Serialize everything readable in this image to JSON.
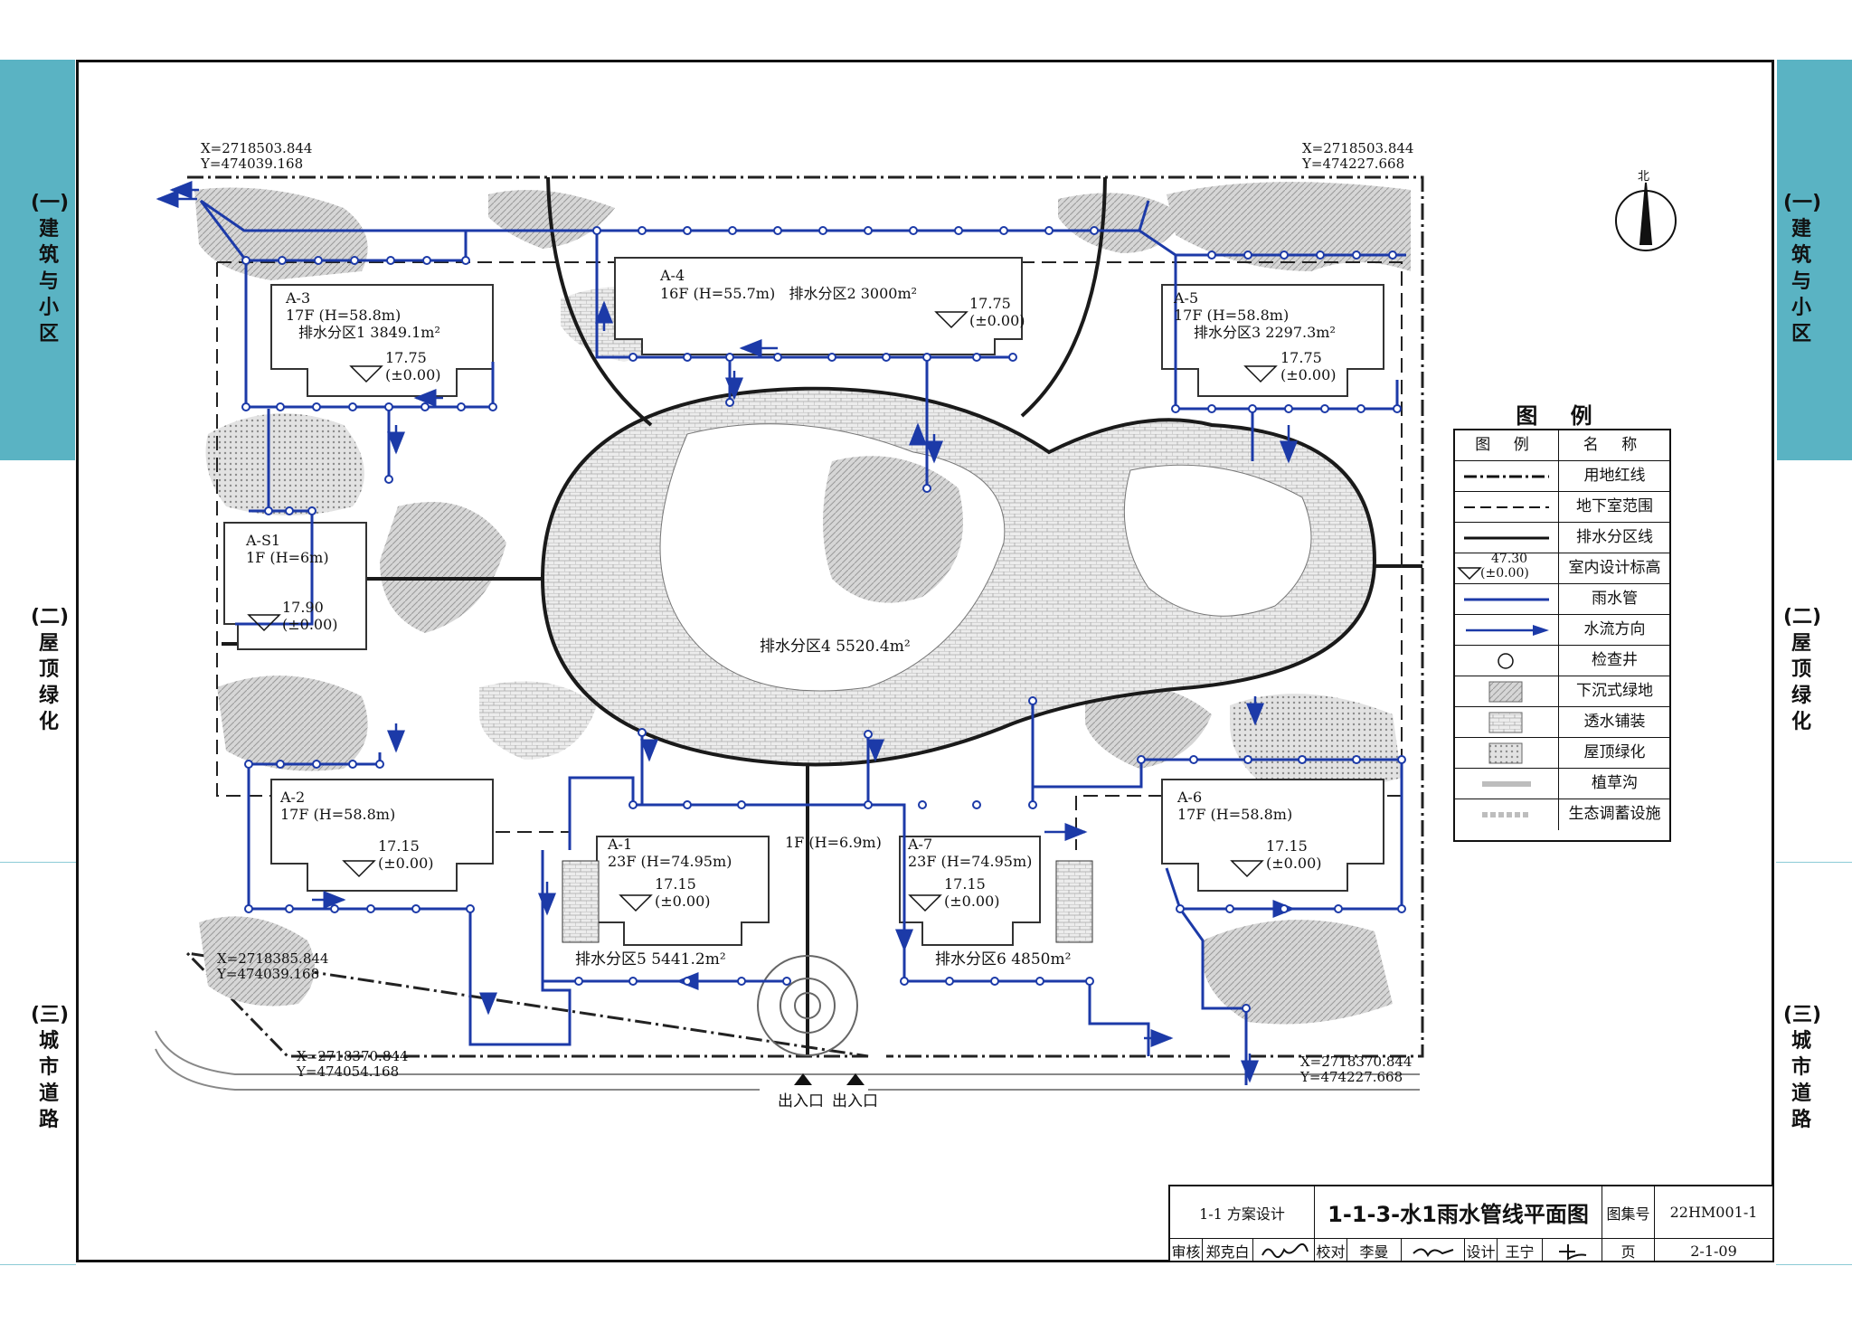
{
  "side_tabs": {
    "architecture": "(一)建筑与小区",
    "roof_green": "(二)屋顶绿化",
    "urban_road": "(三)城市道路"
  },
  "north_label": "北",
  "coords": {
    "top_left": [
      "X=2718503.844",
      "Y=474039.168"
    ],
    "top_right": [
      "X=2718503.844",
      "Y=474227.668"
    ],
    "bottom_left_upper": [
      "X=2718385.844",
      "Y=474039.168"
    ],
    "bottom_left": [
      "X=2718370.844",
      "Y=474054.168"
    ],
    "bottom_right": [
      "X=2718370.844",
      "Y=474227.668"
    ]
  },
  "buildings": {
    "a3": {
      "name": "A-3",
      "floors": "17F (H=58.8m)",
      "zone": "排水分区1",
      "area": "3849.1m²",
      "elev": "17.75",
      "ref": "(±0.00)"
    },
    "a4": {
      "name": "A-4",
      "floors": "16F (H=55.7m)",
      "zone": "排水分区2",
      "area": "3000m²",
      "elev": "17.75",
      "ref": "(±0.00)"
    },
    "a5": {
      "name": "A-5",
      "floors": "17F (H=58.8m)",
      "zone": "排水分区3",
      "area": "2297.3m²",
      "elev": "17.75",
      "ref": "(±0.00)"
    },
    "as1": {
      "name": "A-S1",
      "floors": "1F (H=6m)",
      "elev": "17.90",
      "ref": "(±0.00)"
    },
    "a2": {
      "name": "A-2",
      "floors": "17F (H=58.8m)",
      "elev": "17.15",
      "ref": "(±0.00)"
    },
    "a1": {
      "name": "A-1",
      "floors": "23F (H=74.95m)",
      "elev": "17.15",
      "ref": "(±0.00)"
    },
    "a7": {
      "name": "A-7",
      "floors": "23F (H=74.95m)",
      "elev": "17.15",
      "ref": "(±0.00)"
    },
    "a6": {
      "name": "A-6",
      "floors": "17F (H=58.8m)",
      "elev": "17.15",
      "ref": "(±0.00)"
    },
    "center": {
      "floors": "1F (H=6.9m)"
    }
  },
  "zones": {
    "z4": {
      "zone": "排水分区4",
      "area": "5520.4m²"
    },
    "z5": {
      "zone": "排水分区5",
      "area": "5441.2m²"
    },
    "z6": {
      "zone": "排水分区6",
      "area": "4850m²"
    }
  },
  "entrances": [
    "出入口",
    "出入口"
  ],
  "legend": {
    "title": "图 例",
    "col_symbol": "图 例",
    "col_name": "名 称",
    "sample_elev": "47.30",
    "sample_ref": "(±0.00)",
    "items": [
      "用地红线",
      "地下室范围",
      "排水分区线",
      "室内设计标高",
      "雨水管",
      "水流方向",
      "检查井",
      "下沉式绿地",
      "透水铺装",
      "屋顶绿化",
      "植草沟",
      "生态调蓄设施"
    ]
  },
  "title_block": {
    "section": "1-1 方案设计",
    "title": "1-1-3-水1雨水管线平面图",
    "atlas_label": "图集号",
    "atlas_no": "22HM001-1",
    "review_label": "审核",
    "review_name": "郑克白",
    "check_label": "校对",
    "check_name": "李曼",
    "design_label": "设计",
    "design_name": "王宁",
    "page_label": "页",
    "page_no": "2-1-09"
  },
  "colors": {
    "pipe": "#1c3aa8",
    "tab": "#5ab3c3",
    "hatch": "#bdbdbd"
  }
}
